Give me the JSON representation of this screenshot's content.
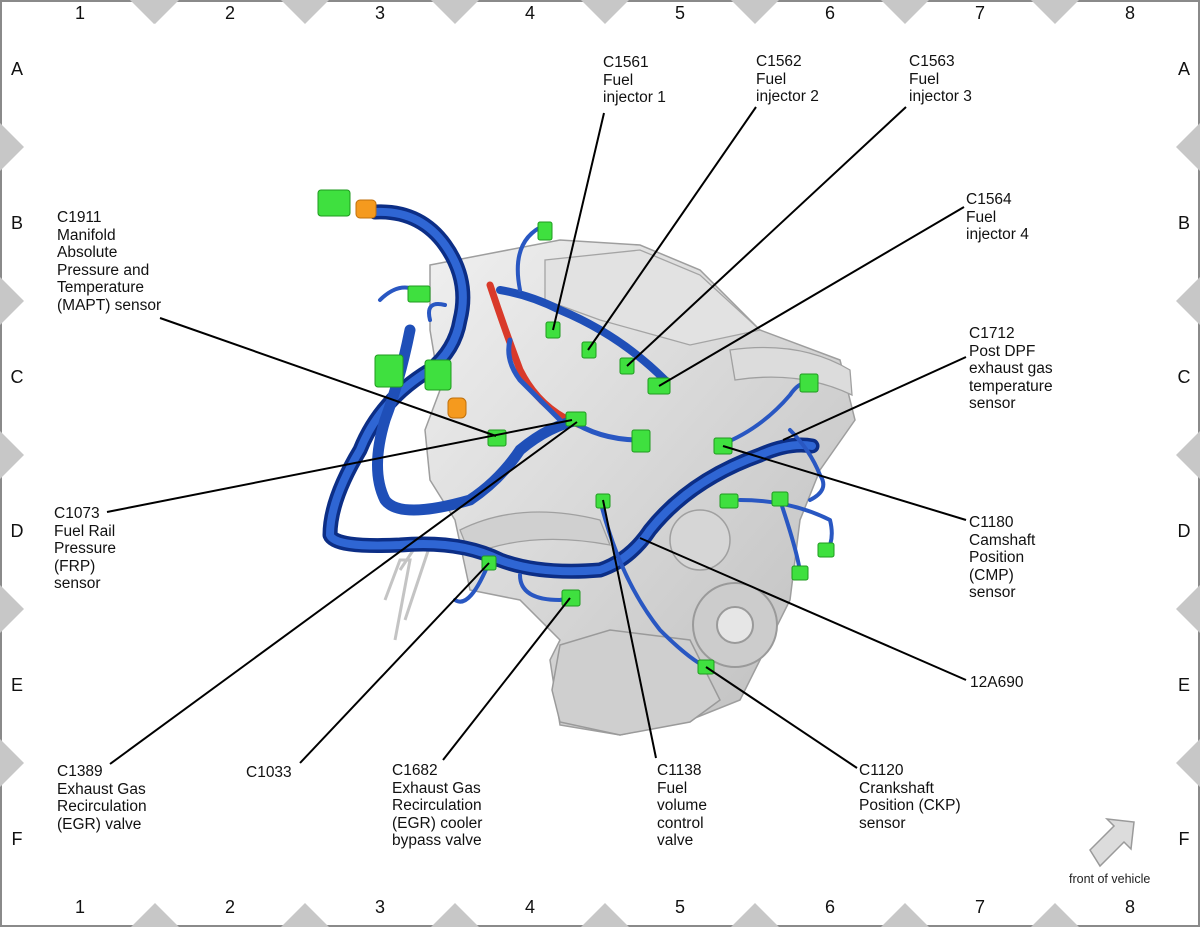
{
  "grid": {
    "columns": [
      "1",
      "2",
      "3",
      "4",
      "5",
      "6",
      "7",
      "8"
    ],
    "rows": [
      "A",
      "B",
      "C",
      "D",
      "E",
      "F"
    ]
  },
  "callouts": {
    "c1561": [
      "C1561",
      "Fuel",
      "injector 1"
    ],
    "c1562": [
      "C1562",
      "Fuel",
      "injector 2"
    ],
    "c1563": [
      "C1563",
      "Fuel",
      "injector 3"
    ],
    "c1564": [
      "C1564",
      "Fuel",
      "injector 4"
    ],
    "c1911": [
      "C1911",
      "Manifold",
      "Absolute",
      "Pressure and",
      "Temperature",
      "(MAPT) sensor"
    ],
    "c1712": [
      "C1712",
      "Post DPF",
      "exhaust gas",
      "temperature",
      "sensor"
    ],
    "c1073": [
      "C1073",
      "Fuel Rail",
      "Pressure",
      "(FRP)",
      "sensor"
    ],
    "c1180": [
      "C1180",
      "Camshaft",
      "Position",
      "(CMP)",
      "sensor"
    ],
    "h12a690": [
      "12A690"
    ],
    "c1389": [
      "C1389",
      "Exhaust Gas",
      "Recirculation",
      "(EGR) valve"
    ],
    "c1033": [
      "C1033"
    ],
    "c1682": [
      "C1682",
      "Exhaust Gas",
      "Recirculation",
      "(EGR) cooler",
      "bypass valve"
    ],
    "c1138": [
      "C1138",
      "Fuel",
      "volume",
      "control",
      "valve"
    ],
    "c1120": [
      "C1120",
      "Crankshaft",
      "Position (CKP)",
      "sensor"
    ]
  },
  "front_indicator": {
    "label": "front of vehicle",
    "icon": "arrow-up-right-icon"
  },
  "colors": {
    "harness": "#1f4fb8",
    "harness_dark": "#0c2e86",
    "connector": "#3fe03f",
    "connector_orange": "#f59a1e",
    "engine": "#d8d8d8",
    "grid_marker": "#c7c7c7",
    "red_hose": "#d93a2a"
  }
}
